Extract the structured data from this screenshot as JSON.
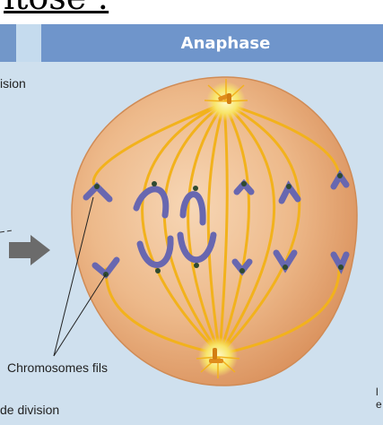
{
  "slide": {
    "title_fragment": "itose :"
  },
  "panel": {
    "header": {
      "title": "Anaphase",
      "accent": "#6f95cb"
    },
    "left_labels": {
      "top": "ision",
      "bottom": "de division"
    },
    "labels": {
      "chromosomes": "Chromosomes fils"
    },
    "right_edge_fragment": "l\ne"
  },
  "colors": {
    "cell": "#eab07f",
    "spindle": "#f2b21c",
    "chromosome": "#6867b0",
    "centrosome": "#f8e56a",
    "arrow": "#6b6b6b",
    "background": "#cfe0ee"
  }
}
